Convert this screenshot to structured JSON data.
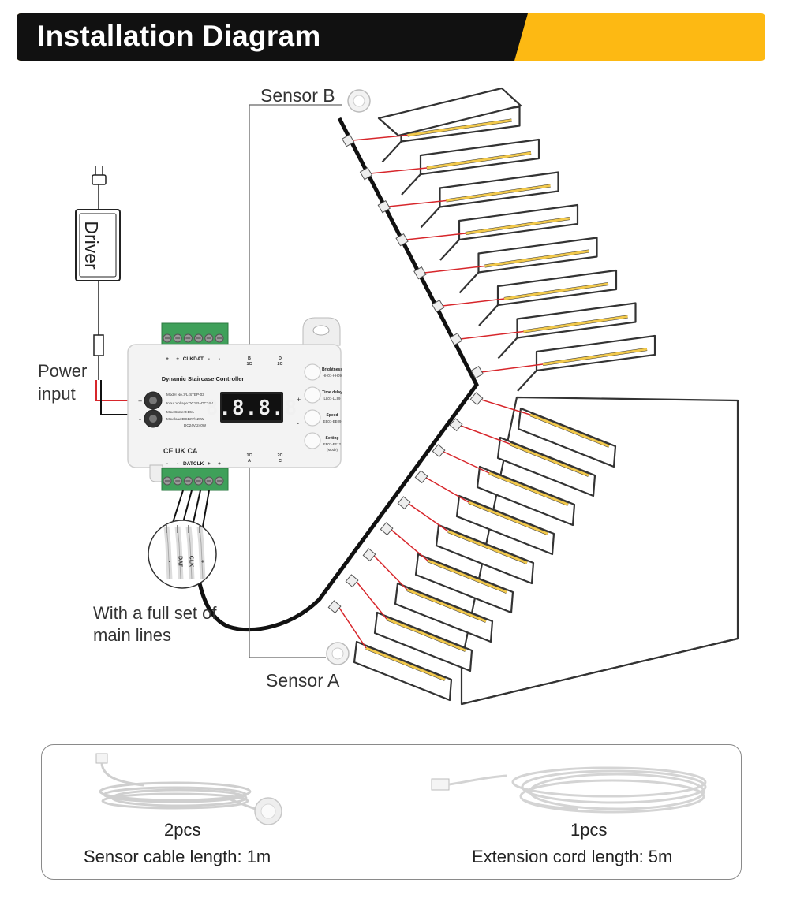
{
  "header": {
    "title": "Installation Diagram",
    "colors": {
      "dark": "#111111",
      "accent": "#FDB913"
    }
  },
  "labels": {
    "sensor_b": "Sensor B",
    "sensor_a": "Sensor A",
    "driver": "Driver",
    "power_input": "Power input",
    "main_lines": "With a full set of main lines"
  },
  "controller": {
    "title": "Dynamic Staircase Controller",
    "model": "Model No.:FL-STEP-03",
    "input_voltage": "Input Voltage:DC12V-DC24V",
    "max_current": "Max Current:10A",
    "max_load": "Max load:DC12V/120W",
    "max_load_2": "DC24V/240W",
    "display": "8.8.8.8",
    "top_terminal": [
      "+",
      "+",
      "CLK",
      "DAT",
      "-",
      "-"
    ],
    "bottom_terminal": [
      "-",
      "-",
      "DAT",
      "CLK",
      "+",
      "+"
    ],
    "port_b": [
      "B",
      "1C"
    ],
    "port_d": [
      "D",
      "2C"
    ],
    "port_a": [
      "1C",
      "A"
    ],
    "port_c": [
      "2C",
      "C"
    ],
    "buttons": [
      {
        "name": "Brightness",
        "range": "HH01-HH09"
      },
      {
        "name": "Time delay",
        "range": "LL01-LL99"
      },
      {
        "name": "Speed",
        "range": "EE01-EE09"
      },
      {
        "name": "Setting",
        "range": "FF01-FF12",
        "extra": "(Mode)"
      }
    ],
    "certs": "CE UK CA",
    "plus": "+",
    "minus": "-"
  },
  "cable_wires": [
    "-",
    "DAT",
    "CLK",
    "+"
  ],
  "accessories": [
    {
      "qty": "2pcs",
      "desc": "Sensor cable length: 1m"
    },
    {
      "qty": "1pcs",
      "desc": "Extension cord length: 5m"
    }
  ],
  "colors": {
    "strip": "#F2C94C",
    "wire_red": "#D7262B",
    "cable": "#111111"
  }
}
